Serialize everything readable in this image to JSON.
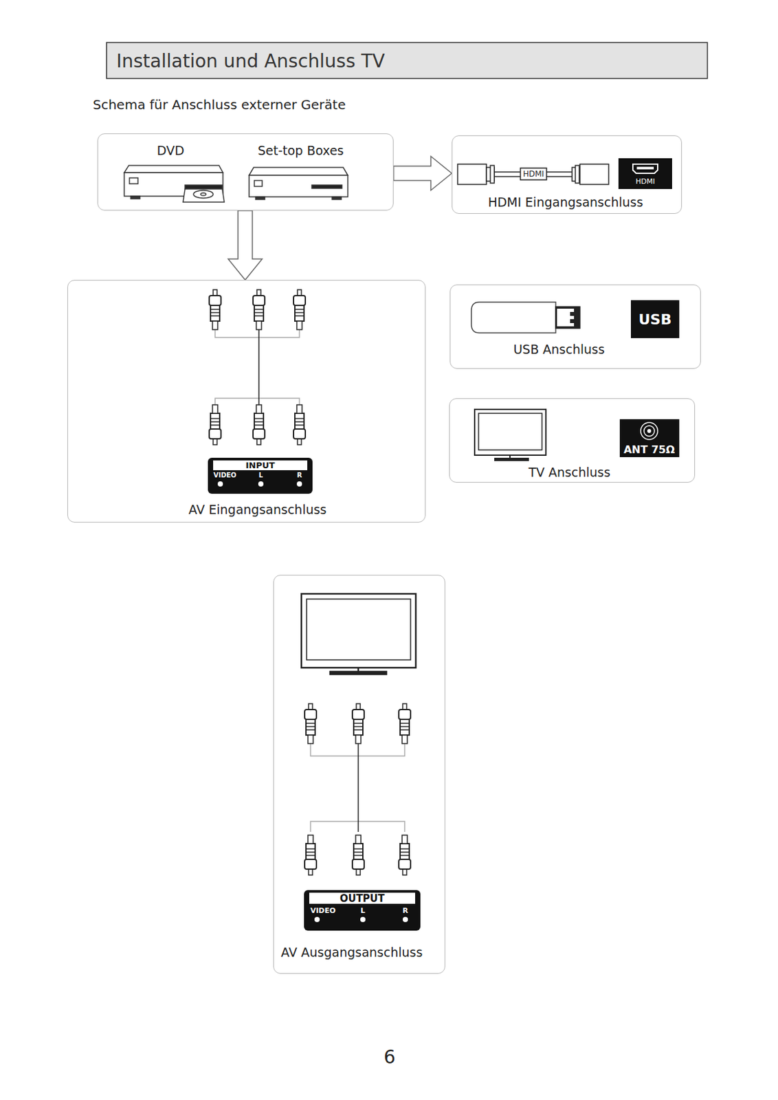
{
  "diagram": {
    "title": "Installation und Anschluss TV",
    "nodes": [
      {
        "text": [
          "DVD",
          "Set-top Boxes"
        ]
      },
      {
        "text": [
          "HDMI Eingangsanschluss"
        ]
      },
      {
        "text": [
          "AV Eingangsanschluss"
        ]
      },
      {
        "text": [
          "USB Anschluss"
        ]
      },
      {
        "text": [
          "TV Anschluss"
        ]
      },
      {
        "text": [
          "AV Ausgangsanschluss"
        ]
      }
    ],
    "edges": [
      {
        "from": 0,
        "to": 1,
        "arrow": "to"
      },
      {
        "from": 0,
        "to": 2,
        "arrow": "to"
      }
    ],
    "labels": [
      "Schema für Anschluss externer Geräte",
      "HDMI",
      "HDMI",
      "INPUT",
      "VIDEO",
      "L",
      "R",
      "USB",
      "ANT 75Ω",
      "OUTPUT",
      "VIDEO",
      "L",
      "R",
      "6"
    ]
  }
}
